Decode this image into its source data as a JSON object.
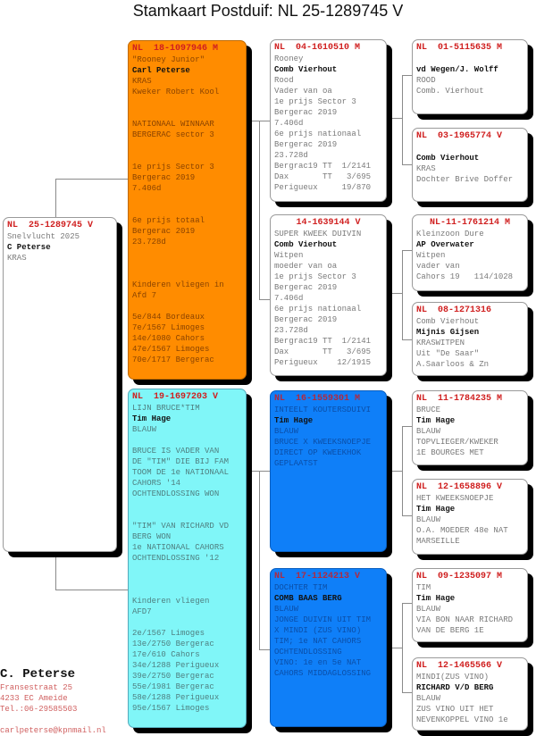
{
  "title": "Stamkaart Postduif: NL  25-1289745 V",
  "pigeons": [
    {
      "id": "subject",
      "ring": "NL  25-1289745 V",
      "lines": [
        {
          "t": "Snelvlucht 2025"
        },
        {
          "t": "C Peterse",
          "b": true
        },
        {
          "t": "KRAS"
        }
      ]
    },
    {
      "id": "sire",
      "ring": "NL  18-1097946 M",
      "lines": [
        {
          "t": "\"Rooney Junior\""
        },
        {
          "t": "Carl Peterse",
          "b": true
        },
        {
          "t": "KRAS"
        },
        {
          "t": "Kweker Robert Kool"
        },
        {
          "t": ""
        },
        {
          "t": ""
        },
        {
          "t": "NATIONAAL WINNAAR"
        },
        {
          "t": "BERGERAC sector 3"
        },
        {
          "t": ""
        },
        {
          "t": ""
        },
        {
          "t": "1e prijs Sector 3"
        },
        {
          "t": "Bergerac 2019"
        },
        {
          "t": "7.406d"
        },
        {
          "t": ""
        },
        {
          "t": ""
        },
        {
          "t": "6e prijs totaal"
        },
        {
          "t": "Bergerac 2019"
        },
        {
          "t": "23.728d"
        },
        {
          "t": ""
        },
        {
          "t": ""
        },
        {
          "t": ""
        },
        {
          "t": "Kinderen vliegen in"
        },
        {
          "t": "Afd 7"
        },
        {
          "t": ""
        },
        {
          "t": "5e/844 Bordeaux"
        },
        {
          "t": "7e/1567 Limoges"
        },
        {
          "t": "14e/1080 Cahors"
        },
        {
          "t": "47e/1567 Limoges"
        },
        {
          "t": "70e/1717 Bergerac"
        }
      ]
    },
    {
      "id": "dam",
      "ring": "NL  19-1697203 V",
      "lines": [
        {
          "t": "LIJN BRUCE*TIM"
        },
        {
          "t": "Tim Hage",
          "b": true
        },
        {
          "t": "BLAUW"
        },
        {
          "t": ""
        },
        {
          "t": "BRUCE IS VADER VAN"
        },
        {
          "t": "DE \"TIM\" DIE BIJ FAM"
        },
        {
          "t": "TOOM DE 1e NATIONAAL"
        },
        {
          "t": "CAHORS '14"
        },
        {
          "t": "OCHTENDLOSSING WON"
        },
        {
          "t": ""
        },
        {
          "t": ""
        },
        {
          "t": "\"TIM\" VAN RICHARD VD"
        },
        {
          "t": "BERG WON"
        },
        {
          "t": "1e NATIONAAL CAHORS"
        },
        {
          "t": "OCHTENDLOSSING '12"
        },
        {
          "t": ""
        },
        {
          "t": ""
        },
        {
          "t": ""
        },
        {
          "t": "Kinderen vliegen"
        },
        {
          "t": "AFD7"
        },
        {
          "t": ""
        },
        {
          "t": "2e/1567 Limoges"
        },
        {
          "t": "13e/2750 Bergerac"
        },
        {
          "t": "17e/610 Cahors"
        },
        {
          "t": "34e/1288 Perigueux"
        },
        {
          "t": "39e/2750 Bergerac"
        },
        {
          "t": "55e/1981 Bergerac"
        },
        {
          "t": "58e/1288 Perigueux"
        },
        {
          "t": "95e/1567 Limoges"
        }
      ]
    },
    {
      "id": "ss",
      "ring": "NL  04-1610510 M",
      "lines": [
        {
          "t": "Rooney"
        },
        {
          "t": "Comb Vierhout",
          "b": true
        },
        {
          "t": "Rood"
        },
        {
          "t": "Vader van oa"
        },
        {
          "t": "1e prijs Sector 3"
        },
        {
          "t": "Bergerac 2019"
        },
        {
          "t": "7.406d"
        },
        {
          "t": "6e prijs nationaal"
        },
        {
          "t": "Bergerac 2019"
        },
        {
          "t": "23.728d"
        },
        {
          "t": "Bergrac19 TT  1/2141"
        },
        {
          "t": "Dax       TT   3/695"
        },
        {
          "t": "Perigueux     19/870"
        }
      ]
    },
    {
      "id": "sd",
      "ring": "14-1639144 V",
      "center": true,
      "lines": [
        {
          "t": "SUPER KWEEK DUIVIN"
        },
        {
          "t": "Comb Vierhout",
          "b": true
        },
        {
          "t": "Witpen"
        },
        {
          "t": "moeder van oa"
        },
        {
          "t": "1e prijs Sector 3"
        },
        {
          "t": "Bergerac 2019"
        },
        {
          "t": "7.406d"
        },
        {
          "t": "6e prijs nationaal"
        },
        {
          "t": "Bergerac 2019"
        },
        {
          "t": "23.728d"
        },
        {
          "t": "Bergrac19 TT  1/2141"
        },
        {
          "t": "Dax       TT   3/695"
        },
        {
          "t": "Perigueux    12/1915"
        }
      ]
    },
    {
      "id": "ds",
      "ring": "NL  16-1559301 M",
      "lines": [
        {
          "t": "INTEELT KOUTERSDUIVI"
        },
        {
          "t": "Tim Hage",
          "b": true
        },
        {
          "t": "BLAUW"
        },
        {
          "t": "BRUCE X KWEEKSNOEPJE"
        },
        {
          "t": "DIRECT OP KWEEKHOK"
        },
        {
          "t": "GEPLAATST"
        }
      ]
    },
    {
      "id": "dd",
      "ring": "NL  17-1124213 V",
      "lines": [
        {
          "t": "DOCHTER TIM"
        },
        {
          "t": "COMB BAAS BERG",
          "b": true
        },
        {
          "t": "BLAUW"
        },
        {
          "t": "JONGE DUIVIN UIT TIM"
        },
        {
          "t": "X MINDI (ZUS VINO)"
        },
        {
          "t": "TIM; 1e NAT CAHORS"
        },
        {
          "t": "OCHTENDLOSSING"
        },
        {
          "t": "VINO: 1e en 5e NAT"
        },
        {
          "t": "CAHORS MIDDAGLOSSING"
        }
      ]
    },
    {
      "id": "sss",
      "ring": "NL  01-5115635 M",
      "lines": [
        {
          "t": ""
        },
        {
          "t": "vd Wegen/J. Wolff",
          "b": true
        },
        {
          "t": "ROOD"
        },
        {
          "t": "Comb. Vierhout"
        }
      ]
    },
    {
      "id": "ssd",
      "ring": "NL  03-1965774 V",
      "lines": [
        {
          "t": ""
        },
        {
          "t": "Comb Vierhout",
          "b": true
        },
        {
          "t": "KRAS"
        },
        {
          "t": "Dochter Brive Doffer"
        }
      ]
    },
    {
      "id": "sds",
      "ring": "NL-11-1761214 M",
      "center": true,
      "lines": [
        {
          "t": "Kleinzoon Dure"
        },
        {
          "t": "AP Overwater",
          "b": true
        },
        {
          "t": "Witpen"
        },
        {
          "t": "vader van"
        },
        {
          "t": "Cahors 19   114/1028"
        }
      ]
    },
    {
      "id": "sdd",
      "ring": "NL  08-1271316",
      "lines": [
        {
          "t": "Comb Vierhout"
        },
        {
          "t": "Mijnis Gijsen",
          "b": true
        },
        {
          "t": "KRASWITPEN"
        },
        {
          "t": "Uit \"De Saar\""
        },
        {
          "t": "A.Saarloos & Zn"
        }
      ]
    },
    {
      "id": "dss",
      "ring": "NL  11-1784235 M",
      "lines": [
        {
          "t": "BRUCE"
        },
        {
          "t": "Tim Hage",
          "b": true
        },
        {
          "t": "BLAUW"
        },
        {
          "t": "TOPVLIEGER/KWEKER"
        },
        {
          "t": "1E BOURGES MET"
        }
      ]
    },
    {
      "id": "dsd",
      "ring": "NL  12-1658896 V",
      "lines": [
        {
          "t": "HET KWEEKSNOEPJE"
        },
        {
          "t": "Tim Hage",
          "b": true
        },
        {
          "t": "BLAUW"
        },
        {
          "t": "O.A. MOEDER 48e NAT"
        },
        {
          "t": "MARSEILLE"
        }
      ]
    },
    {
      "id": "dds",
      "ring": "NL  09-1235097 M",
      "lines": [
        {
          "t": "TIM"
        },
        {
          "t": "Tim Hage",
          "b": true
        },
        {
          "t": "BLAUW"
        },
        {
          "t": "VIA BON NAAR RICHARD"
        },
        {
          "t": "VAN DE BERG 1E"
        }
      ]
    },
    {
      "id": "ddd",
      "ring": "NL  12-1465566 V",
      "lines": [
        {
          "t": "MINDI(ZUS VINO)"
        },
        {
          "t": "RICHARD V/D BERG",
          "b": true
        },
        {
          "t": "BLAUW"
        },
        {
          "t": "ZUS VINO UIT HET"
        },
        {
          "t": "NEVENKOPPEL VINO 1e"
        }
      ]
    }
  ],
  "footer": {
    "name": "C. Peterse",
    "address": "Fransestraat 25",
    "city": "4233 EC  Ameide",
    "phone": "Tel.:06-29585503",
    "email": "carlpeterse@kpnmail.nl"
  },
  "colors": {
    "sire": "#ff8c00",
    "dam": "#80f6f8",
    "dam_parents": "#0f7ff8",
    "ring": "#d02020"
  }
}
